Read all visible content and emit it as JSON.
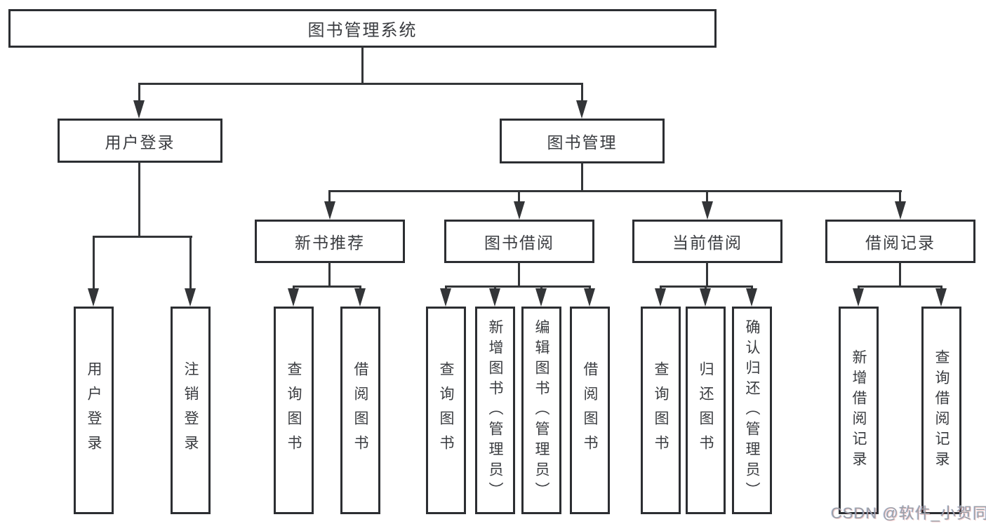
{
  "tree": {
    "root": "图书管理系统",
    "user_login": "用户登录",
    "book_mgmt": "图书管理",
    "new_book": "新书推荐",
    "book_borrow": "图书借阅",
    "current_borrow": "当前借阅",
    "borrow_record": "借阅记录",
    "leaves": {
      "user_login": [
        "用户登录",
        "注销登录"
      ],
      "new_book": [
        "查询图书",
        "借阅图书"
      ],
      "book_borrow": [
        "查询图书",
        "新增图书（管理员）",
        "编辑图书（管理员）",
        "借阅图书"
      ],
      "current_borrow": [
        "查询图书",
        "归还图书",
        "确认归还（管理员）"
      ],
      "borrow_record": [
        "新增借阅记录",
        "查询借阅记录"
      ]
    }
  },
  "watermark": "CSDN @软件_小贺同学",
  "colors": {
    "line": "#333538",
    "text": "#3a3c40",
    "watermark": "#9aa0a8"
  }
}
